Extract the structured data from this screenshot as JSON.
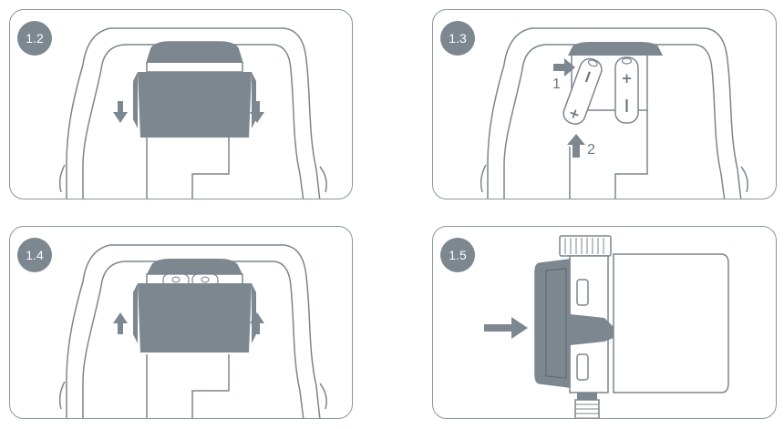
{
  "steps": [
    {
      "label": "1.2"
    },
    {
      "label": "1.3",
      "arrow_labels": [
        "1",
        "2"
      ],
      "polarity": [
        "+",
        "+"
      ]
    },
    {
      "label": "1.4"
    },
    {
      "label": "1.5"
    }
  ],
  "colors": {
    "frame": "#8a959e",
    "outline": "#7b858e",
    "fill_dark": "#7d8790",
    "fill_light": "#ffffff"
  }
}
